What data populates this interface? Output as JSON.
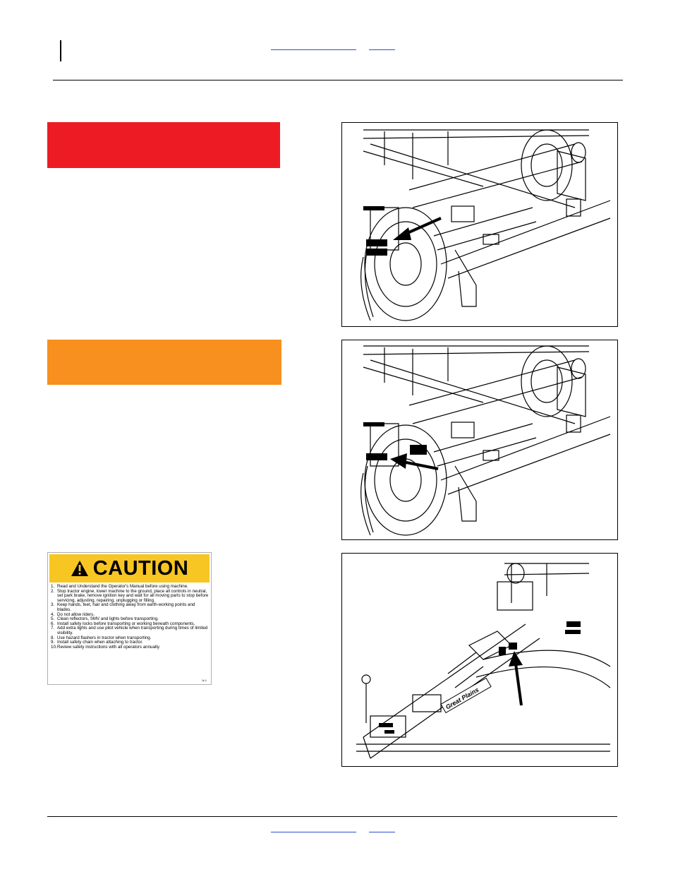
{
  "colors": {
    "danger": "#ed1c24",
    "warning": "#f7901e",
    "caution_header": "#f7c623",
    "link": "#3050c8"
  },
  "banners": [
    {
      "name": "danger-banner",
      "color": "#ed1c24"
    },
    {
      "name": "warning-banner",
      "color": "#f7901e"
    }
  ],
  "caution_decal": {
    "icon": "warning-triangle-icon",
    "title": "CAUTION",
    "items": [
      {
        "num": "1.",
        "text": "Read and Understand the Operator's Manual before using machine."
      },
      {
        "num": "2.",
        "text": "Stop tractor engine, lower machine to the ground, place all controls in neutral, set park brake, remove ignition key and wait for all moving parts to stop before servicing, adjusting, repairing, unplugging or filling."
      },
      {
        "num": "3.",
        "text": "Keep hands, feet, hair and clothing away from earth-working points and blades."
      },
      {
        "num": "4.",
        "text": "Do not allow riders."
      },
      {
        "num": "5.",
        "text": "Clean reflectors, SMV and lights before transporting."
      },
      {
        "num": "6.",
        "text": "Install safety locks before transporting or working beneath components."
      },
      {
        "num": "7.",
        "text": "Add extra lights and use pilot vehicle when transporting during times of limited visibility."
      },
      {
        "num": "8.",
        "text": "Use hazard flashers in tractor when transporting."
      },
      {
        "num": "9.",
        "text": "Install safety chain when attaching to tractor."
      },
      {
        "num": "10.",
        "text": "Review safety instructions with all operators annually."
      }
    ],
    "code": "N-1"
  },
  "figures": [
    {
      "name": "decal-location-figure-1",
      "icon": "pointer-arrow-icon"
    },
    {
      "name": "decal-location-figure-2",
      "icon": "pointer-arrow-icon"
    },
    {
      "name": "decal-location-figure-3",
      "icon": "pointer-arrow-icon",
      "logo_text": "Great Plains"
    }
  ]
}
